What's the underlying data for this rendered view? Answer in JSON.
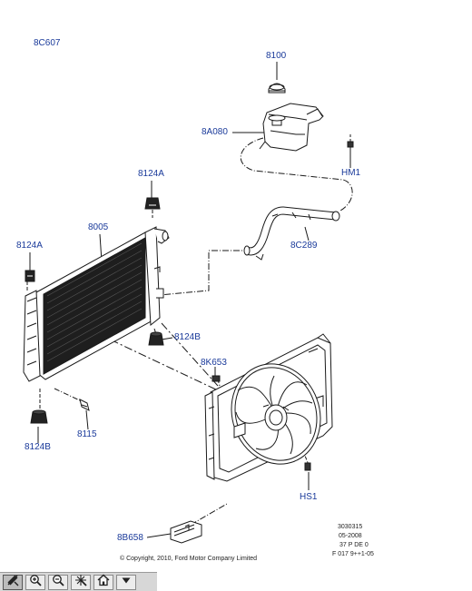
{
  "labels": {
    "top_left": "8C607",
    "cap": "8100",
    "reservoir": "8A080",
    "hm1": "HM1",
    "bracket_top": "8124A",
    "radiator": "8005",
    "bracket_left": "8124A",
    "hose": "8C289",
    "mount_bottom_right": "8124B",
    "k653": "8K653",
    "mount_bottom_left": "8124B",
    "bolt": "8115",
    "hs1": "HS1",
    "module": "8B658"
  },
  "reference": {
    "line1": "3030315",
    "line2": "05-2008",
    "line3": "37 P DE 0",
    "line4": "F 017 9++1-05"
  },
  "copyright": "© Copyright, 2010, Ford Motor Company Limited",
  "toolbar": {
    "buttons": [
      {
        "icon": "select-icon"
      },
      {
        "icon": "zoom-in-icon"
      },
      {
        "icon": "zoom-out-icon"
      },
      {
        "icon": "fit-icon"
      },
      {
        "icon": "home-icon"
      },
      {
        "icon": "dropdown-icon"
      }
    ]
  },
  "colors": {
    "label_blue": "#1a3a9a",
    "line": "#1a1a1a"
  }
}
